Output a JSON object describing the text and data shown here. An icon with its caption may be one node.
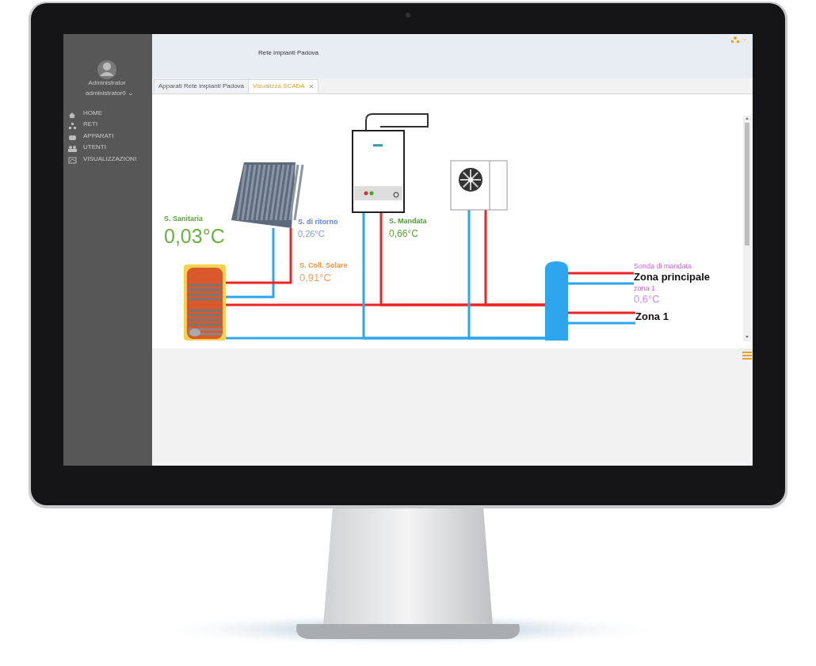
{
  "diagram": {
    "nodes": [
      {
        "text": [],
        "shape": "picture"
      },
      {
        "text": [],
        "shape": "picture"
      },
      {
        "text": [],
        "shape": "picture"
      },
      {
        "text": [],
        "shape": "picture"
      },
      {
        "text": [],
        "shape": "cylinder"
      },
      {
        "text": [
          "Zona principale"
        ]
      },
      {
        "text": [
          "Zona 1"
        ]
      }
    ],
    "edges": [
      {
        "from": 1,
        "to": 0,
        "arrow": "none",
        "color": "#2ea6ee"
      },
      {
        "from": 1,
        "to": 0,
        "arrow": "none",
        "color": "#ee2424"
      },
      {
        "from": 0,
        "to": 4,
        "arrow": "none",
        "color": "#ee2424"
      },
      {
        "from": 0,
        "to": 4,
        "arrow": "none",
        "color": "#2ea6ee"
      },
      {
        "from": 2,
        "to": 4,
        "arrow": "none",
        "color": "#2ea6ee"
      },
      {
        "from": 2,
        "to": 4,
        "arrow": "none",
        "color": "#ee2424"
      },
      {
        "from": 3,
        "to": 4,
        "arrow": "none",
        "color": "#2ea6ee"
      },
      {
        "from": 3,
        "to": 4,
        "arrow": "none",
        "color": "#ee2424"
      },
      {
        "from": 4,
        "to": 5,
        "arrow": "none",
        "color": "#ee2424"
      },
      {
        "from": 4,
        "to": 5,
        "arrow": "none",
        "color": "#2ea6ee"
      },
      {
        "from": 4,
        "to": 6,
        "arrow": "none",
        "color": "#ee2424"
      },
      {
        "from": 4,
        "to": 6,
        "arrow": "none",
        "color": "#2ea6ee"
      }
    ],
    "labels": [
      "Rete impianti Padova",
      "Administrator",
      "administrator0",
      "HOME",
      "RETI",
      "APPARATI",
      "UTENTI",
      "VISUALIZZAZIONI",
      "Apparati Rete impianti Padova",
      "Visualizza SCADA",
      "S. Sanitaria",
      "0,03°C",
      "S. di ritorno",
      "0,26°C",
      "S. Mandata",
      "0,66°C",
      "S. Coll. Solare",
      "0,91°C",
      "Sonda di mandata",
      "zona 1",
      "0,6°C"
    ]
  }
}
